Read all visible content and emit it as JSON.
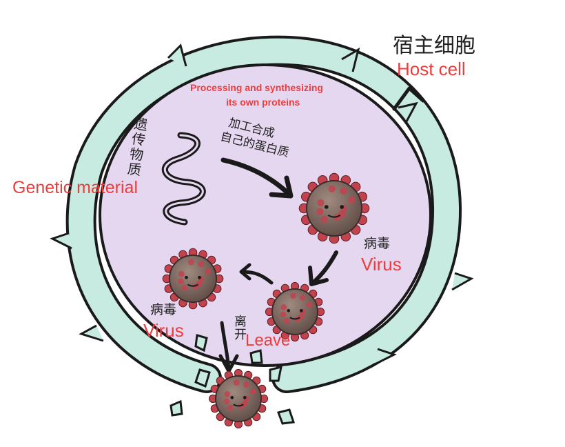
{
  "colors": {
    "cytoplasm": "#e6d7f1",
    "membrane": "#c8ebe1",
    "outline": "#1a1a1a",
    "virus_body": "#7d6a62",
    "virus_spike": "#c2424e",
    "label_red": "#ee3c3c"
  },
  "labels": {
    "host_cell_zh": "宿主细胞",
    "host_cell_en": "Host cell",
    "genetic_zh": "遗传物质",
    "genetic_en": "Genetic material",
    "process_zh_1": "加工合成",
    "process_zh_2": "自己的蛋白质",
    "process_en_1": "Processing and synthesizing",
    "process_en_2": "its own proteins",
    "virus_right_zh": "病毒",
    "virus_right_en": "Virus",
    "virus_left_zh": "病毒",
    "virus_left_en": "Virus",
    "leave_zh": "离开",
    "leave_en": "Leave"
  }
}
